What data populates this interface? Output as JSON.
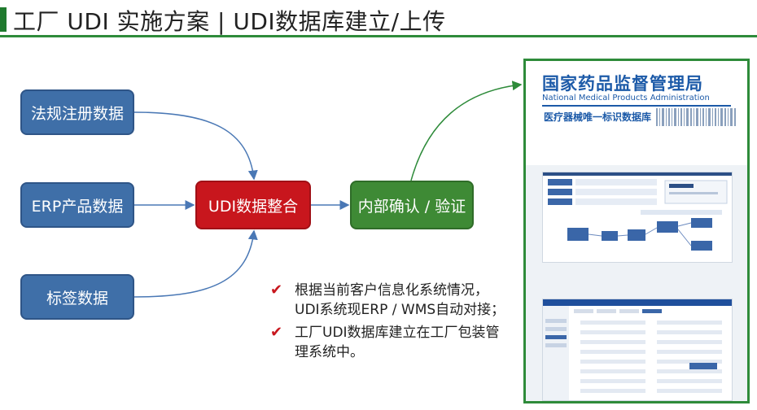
{
  "title": "工厂 UDI 实施方案 | UDI数据库建立/上传",
  "sources": [
    {
      "label": "法规注册数据"
    },
    {
      "label": "ERP产品数据"
    },
    {
      "label": "标签数据"
    }
  ],
  "integrate": {
    "label": "UDI数据整合"
  },
  "verify": {
    "label": "内部确认 / 验证"
  },
  "notes": [
    "根据当前客户信息化系统情况，UDI系统现ERP / WMS自动对接；",
    "工厂UDI数据库建立在工厂包装管理系统中。"
  ],
  "doc": {
    "org_cn": "国家药品监督管理局",
    "org_en": "National Medical Products Administration",
    "db_name": "医疗器械唯一标识数据库"
  },
  "colors": {
    "blue": "#3f6fa8",
    "red": "#c8161d",
    "green": "#3e8a35",
    "accent": "#2e8b3a"
  }
}
